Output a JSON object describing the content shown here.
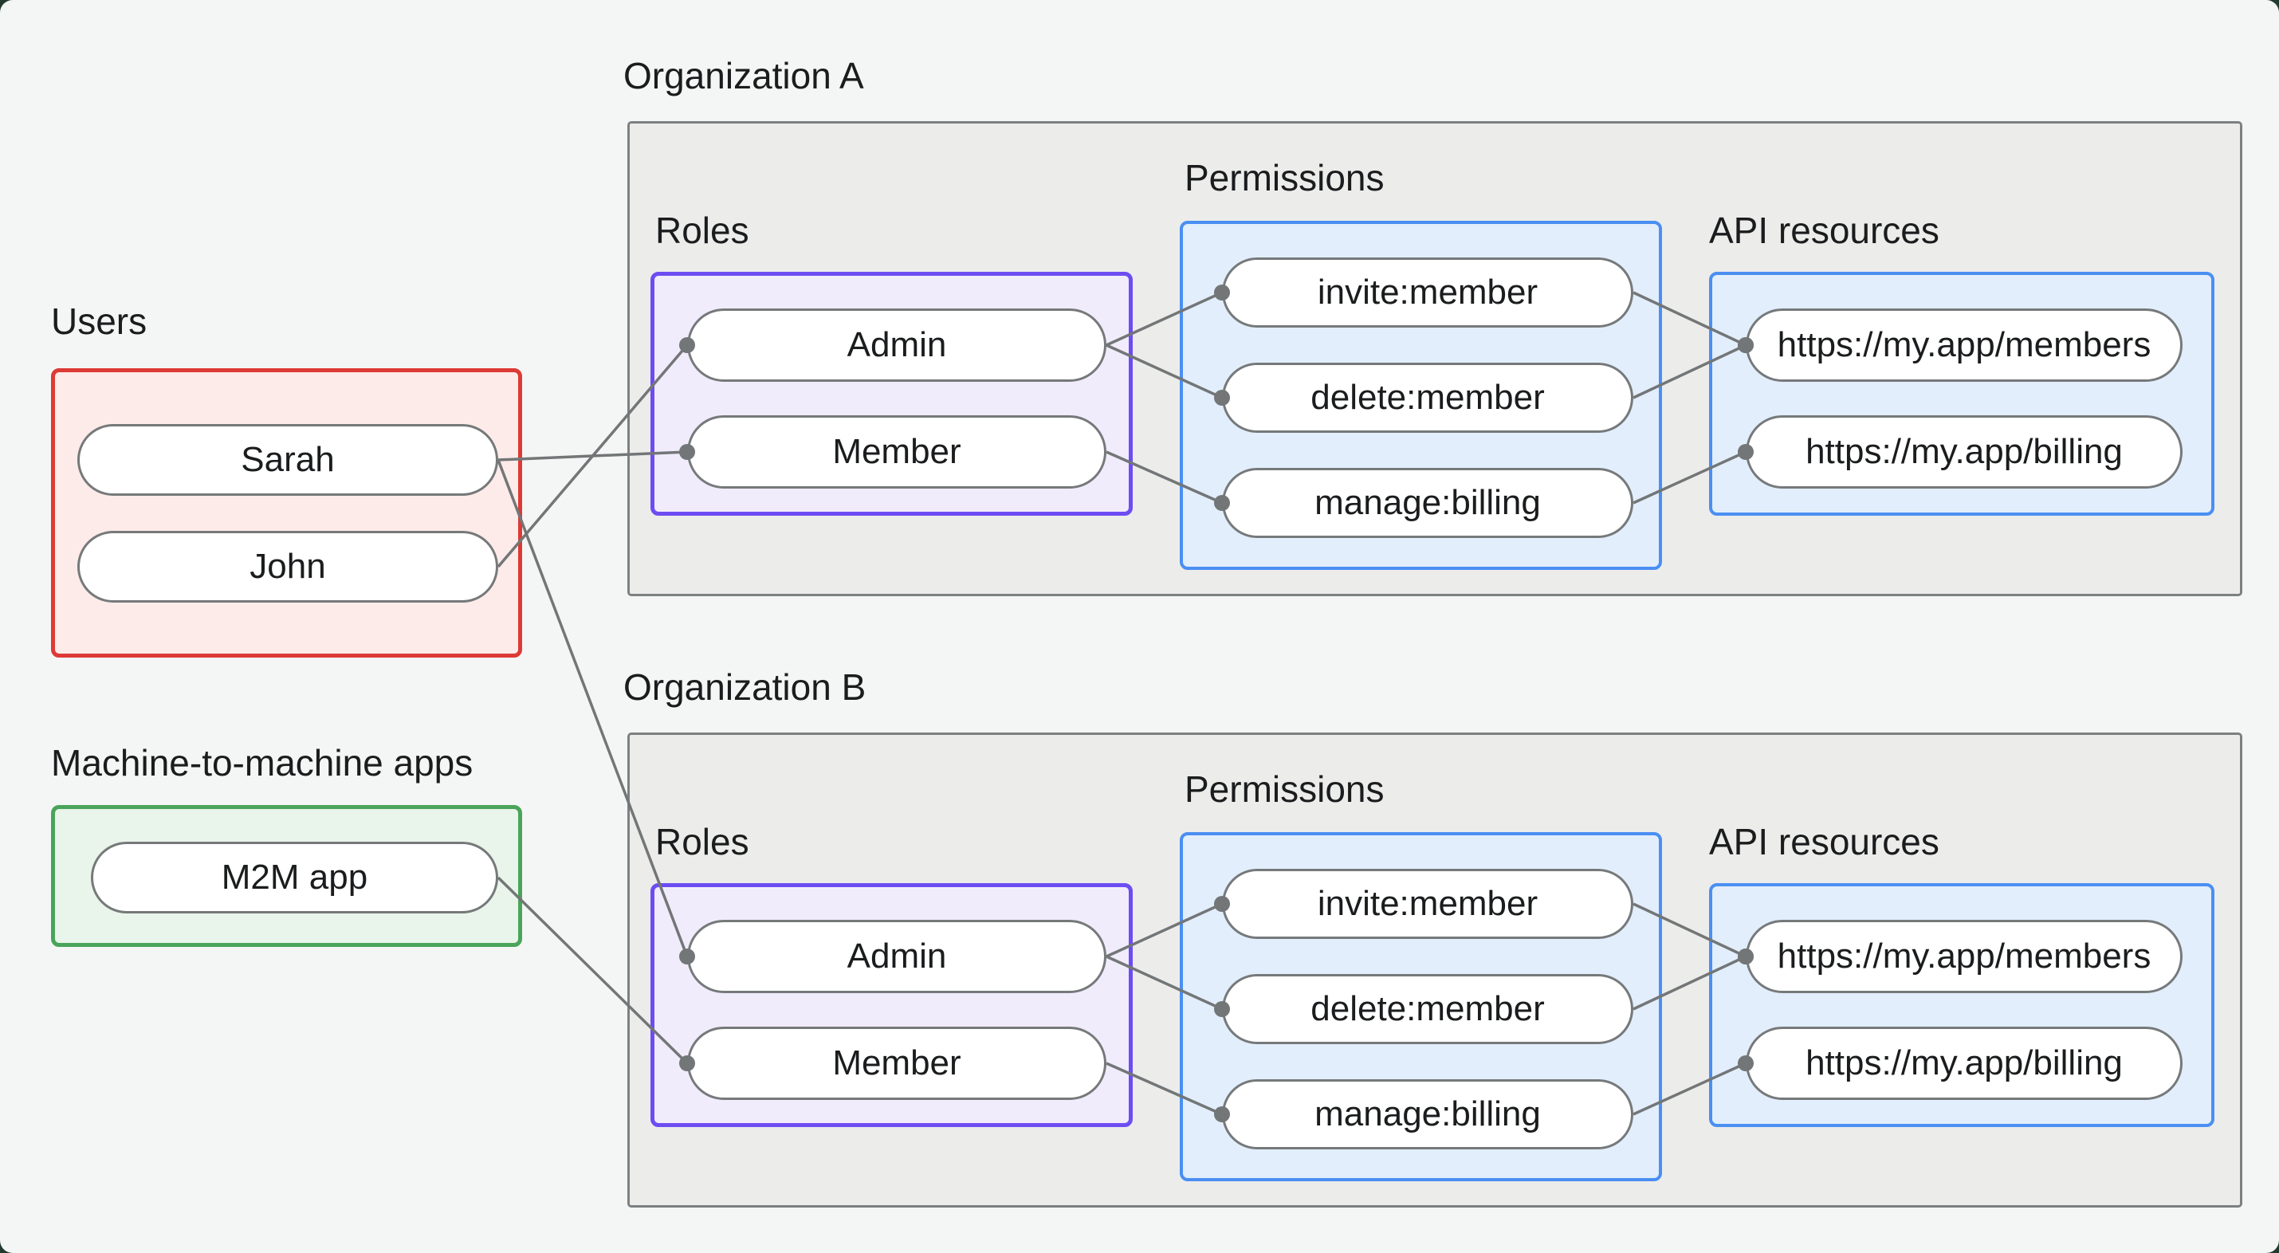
{
  "palette": {
    "page_background": "#f4f6f5",
    "frame_background": "#233b2f",
    "users_border": "#dd3a36",
    "users_fill": "#fcebe9",
    "m2m_border": "#4aa45a",
    "m2m_fill": "#e9f4ea",
    "org_border": "#7c8080",
    "org_fill": "#ececeb",
    "roles_border": "#6d4df2",
    "roles_fill": "#f1ecfc",
    "blue_border": "#4a8ff2",
    "blue_fill": "#e2eefc",
    "node_border": "#76797a",
    "node_fill": "#ffffff",
    "edge_color": "#737677",
    "text_color": "#1a1c1d"
  },
  "left_panel": {
    "users": {
      "label": "Users",
      "items": [
        "Sarah",
        "John"
      ]
    },
    "m2m": {
      "label": "Machine-to-machine apps",
      "items": [
        "M2M app"
      ]
    }
  },
  "organizations": [
    {
      "title": "Organization A",
      "roles_label": "Roles",
      "permissions_label": "Permissions",
      "api_label": "API resources",
      "roles": [
        "Admin",
        "Member"
      ],
      "permissions": [
        "invite:member",
        "delete:member",
        "manage:billing"
      ],
      "api_resources": [
        "https://my.app/members",
        "https://my.app/billing"
      ]
    },
    {
      "title": "Organization B",
      "roles_label": "Roles",
      "permissions_label": "Permissions",
      "api_label": "API resources",
      "roles": [
        "Admin",
        "Member"
      ],
      "permissions": [
        "invite:member",
        "delete:member",
        "manage:billing"
      ],
      "api_resources": [
        "https://my.app/members",
        "https://my.app/billing"
      ]
    }
  ],
  "edges": [
    {
      "from": "sarah",
      "to": "member_a"
    },
    {
      "from": "john",
      "to": "admin_a"
    },
    {
      "from": "sarah",
      "to": "admin_b"
    },
    {
      "from": "m2m",
      "to": "member_b"
    },
    {
      "from": "admin_a",
      "to": "invite_a"
    },
    {
      "from": "admin_a",
      "to": "delete_a"
    },
    {
      "from": "member_a",
      "to": "manage_a"
    },
    {
      "from": "invite_a",
      "to": "members_a"
    },
    {
      "from": "delete_a",
      "to": "members_a"
    },
    {
      "from": "manage_a",
      "to": "billing_a"
    },
    {
      "from": "admin_b",
      "to": "invite_b"
    },
    {
      "from": "admin_b",
      "to": "delete_b"
    },
    {
      "from": "member_b",
      "to": "manage_b"
    },
    {
      "from": "invite_b",
      "to": "members_b"
    },
    {
      "from": "delete_b",
      "to": "members_b"
    },
    {
      "from": "manage_b",
      "to": "billing_b"
    }
  ]
}
